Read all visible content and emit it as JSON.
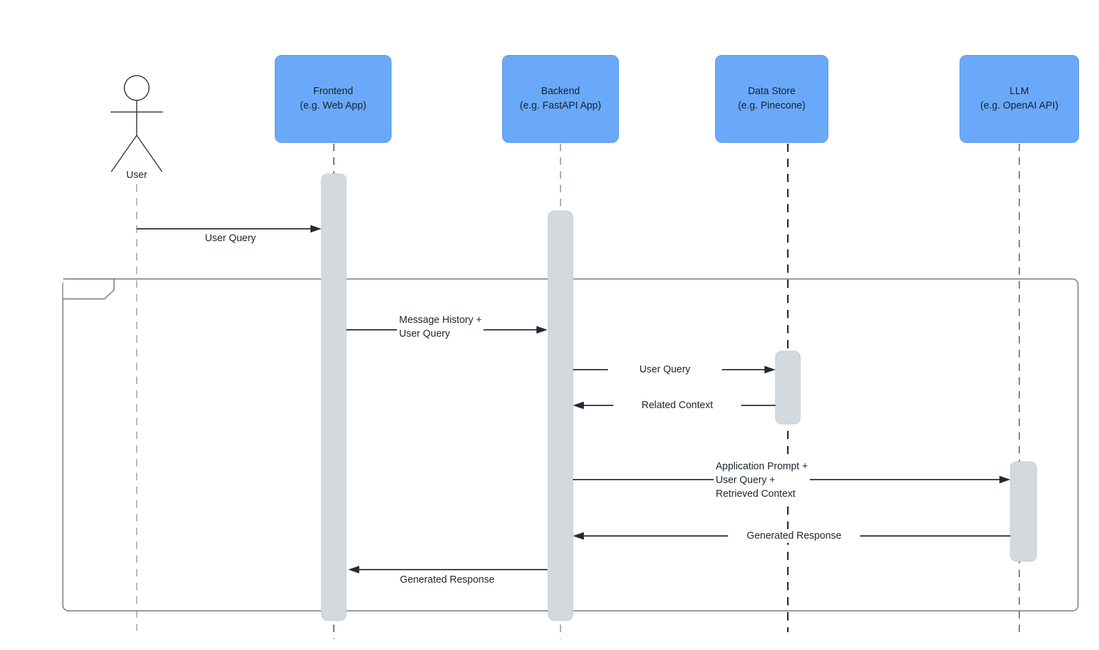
{
  "diagram": {
    "type": "uml-sequence-diagram",
    "actor": {
      "name": "User"
    },
    "participants": [
      {
        "id": "frontend",
        "title": "Frontend",
        "subtitle": "(e.g. Web App)"
      },
      {
        "id": "backend",
        "title": "Backend",
        "subtitle": "(e.g. FastAPI App)"
      },
      {
        "id": "datastore",
        "title": "Data Store",
        "subtitle": "(e.g. Pinecone)"
      },
      {
        "id": "llm",
        "title": "LLM",
        "subtitle": "(e.g. OpenAI API)"
      }
    ],
    "frame": {
      "label": ""
    },
    "messages": [
      {
        "from": "User",
        "to": "Frontend",
        "label": "User Query"
      },
      {
        "from": "Frontend",
        "to": "Backend",
        "label": "Message History +\nUser Query"
      },
      {
        "from": "Backend",
        "to": "Data Store",
        "label": "User Query"
      },
      {
        "from": "Data Store",
        "to": "Backend",
        "label": "Related Context"
      },
      {
        "from": "Backend",
        "to": "LLM",
        "label": "Application Prompt +\nUser Query +\nRetrieved Context"
      },
      {
        "from": "LLM",
        "to": "Backend",
        "label": "Generated Response"
      },
      {
        "from": "Backend",
        "to": "Frontend",
        "label": "Generated Response"
      }
    ],
    "colors": {
      "participant_fill": "#6aa9f9",
      "participant_border": "#5d99ea",
      "activation_fill": "#d4d9de",
      "activation_border": "#c6ccd2",
      "arrow": "#232a35",
      "frame_border": "#777777",
      "lifeline": "#8b949c",
      "text": "#1c2430",
      "background": "#ffffff"
    }
  }
}
